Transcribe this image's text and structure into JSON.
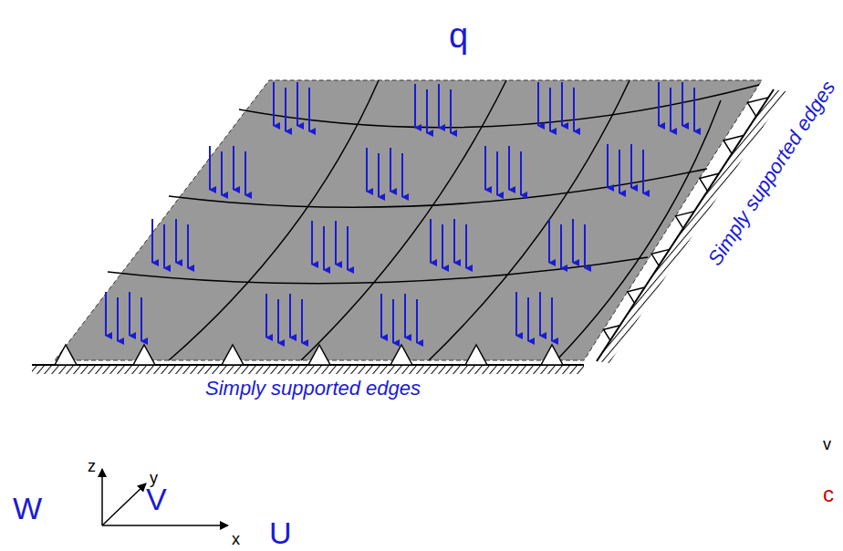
{
  "diagram": {
    "labels": [
      "q",
      "Simply supported edges",
      "Simply supported edges",
      "W",
      "z",
      "V",
      "y",
      "x",
      "U",
      "v",
      "c"
    ]
  }
}
